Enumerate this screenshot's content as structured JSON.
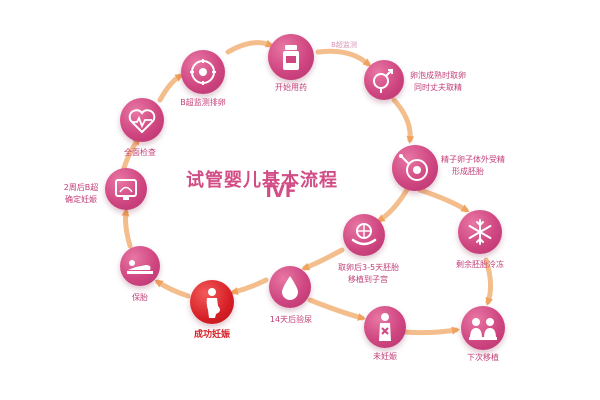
{
  "title": "试管婴儿基本流程",
  "subtitle": "IVF",
  "steps": {
    "bultrasound": "B超监测排卵",
    "medication": "开始用药",
    "top_partial": "B超监测",
    "retrieval_1": "卵泡成熟时取卵",
    "retrieval_2": "同时丈夫取精",
    "fertilization_1": "精子卵子体外受精",
    "fertilization_2": "形成胚胎",
    "freeze": "剩余胚胎冷冻",
    "transfer_1": "取卵后3-5天胚胎",
    "transfer_2": "移植到子宫",
    "test": "14天后验尿",
    "success": "成功妊娠",
    "not_pregnant": "未妊娠",
    "next_cycle": "下次移植",
    "protect": "保胎",
    "confirm_1": "2周后B超",
    "confirm_2": "确定妊娠",
    "checkup": "全面检查"
  },
  "colors": {
    "node": "#cf4681",
    "success_node": "#d61f26",
    "arrow": "#f3b37a",
    "label": "#c23f78"
  }
}
